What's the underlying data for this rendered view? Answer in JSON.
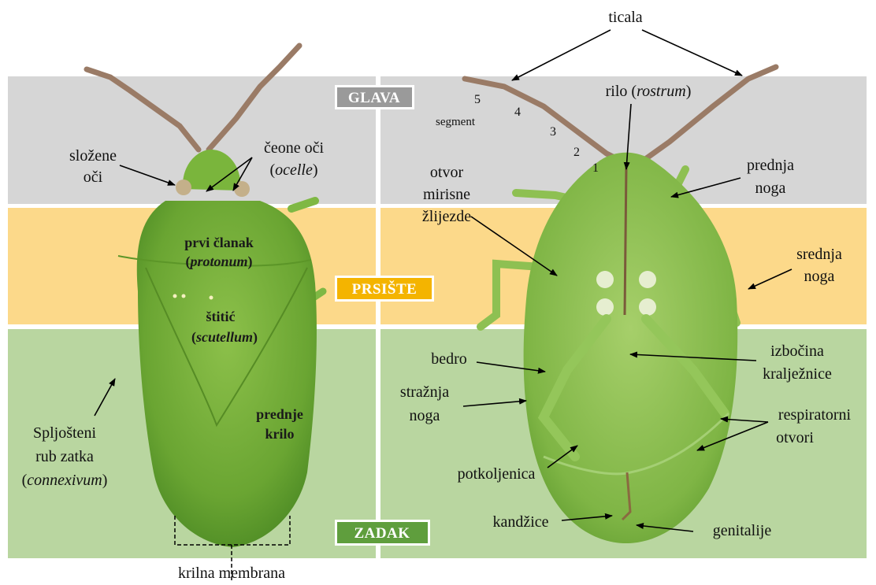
{
  "colors": {
    "head_band": "#d6d6d6",
    "thorax_band": "#fcd98a",
    "abdomen_band": "#b9d6a0",
    "glava_badge": "#9a9a9a",
    "prsiste_badge": "#f4b400",
    "zadak_badge": "#5f9e3d",
    "bug_green": "#74ac36"
  },
  "regions": {
    "head": "GLAVA",
    "thorax": "PRSIŠTE",
    "abdomen": "ZADAK"
  },
  "dorsal": {
    "slozene_oci": [
      "složene",
      "oči"
    ],
    "ceone_oci": "čeone oči",
    "ocelle": "ocelle",
    "prvi_clanak": "prvi članak",
    "protonum": "protonum",
    "stitic": "štitić",
    "scutellum": "scutellum",
    "prednje_krilo": [
      "prednje",
      "krilo"
    ],
    "spljosteni": [
      "Spljošteni",
      "rub zatka"
    ],
    "connexivum": "connexivum",
    "krilna_membrana": "krilna membrana"
  },
  "ventral": {
    "ticala": "ticala",
    "segment_word": "segment",
    "segments": [
      "1",
      "2",
      "3",
      "4",
      "5"
    ],
    "rilo": "rilo",
    "rostrum": "rostrum",
    "otvor": [
      "otvor",
      "mirisne",
      "žlijezde"
    ],
    "prednja_noga": [
      "prednja",
      "noga"
    ],
    "srednja_noga": [
      "srednja",
      "noga"
    ],
    "bedro": "bedro",
    "izbocina": [
      "izbočina",
      "kralježnice"
    ],
    "straznja_noga": [
      "stražnja",
      "noga"
    ],
    "respiratorni": [
      "respiratorni",
      "otvori"
    ],
    "potkoljenica": "potkoljenica",
    "kandzice": "kandžice",
    "genitalije": "genitalije"
  }
}
